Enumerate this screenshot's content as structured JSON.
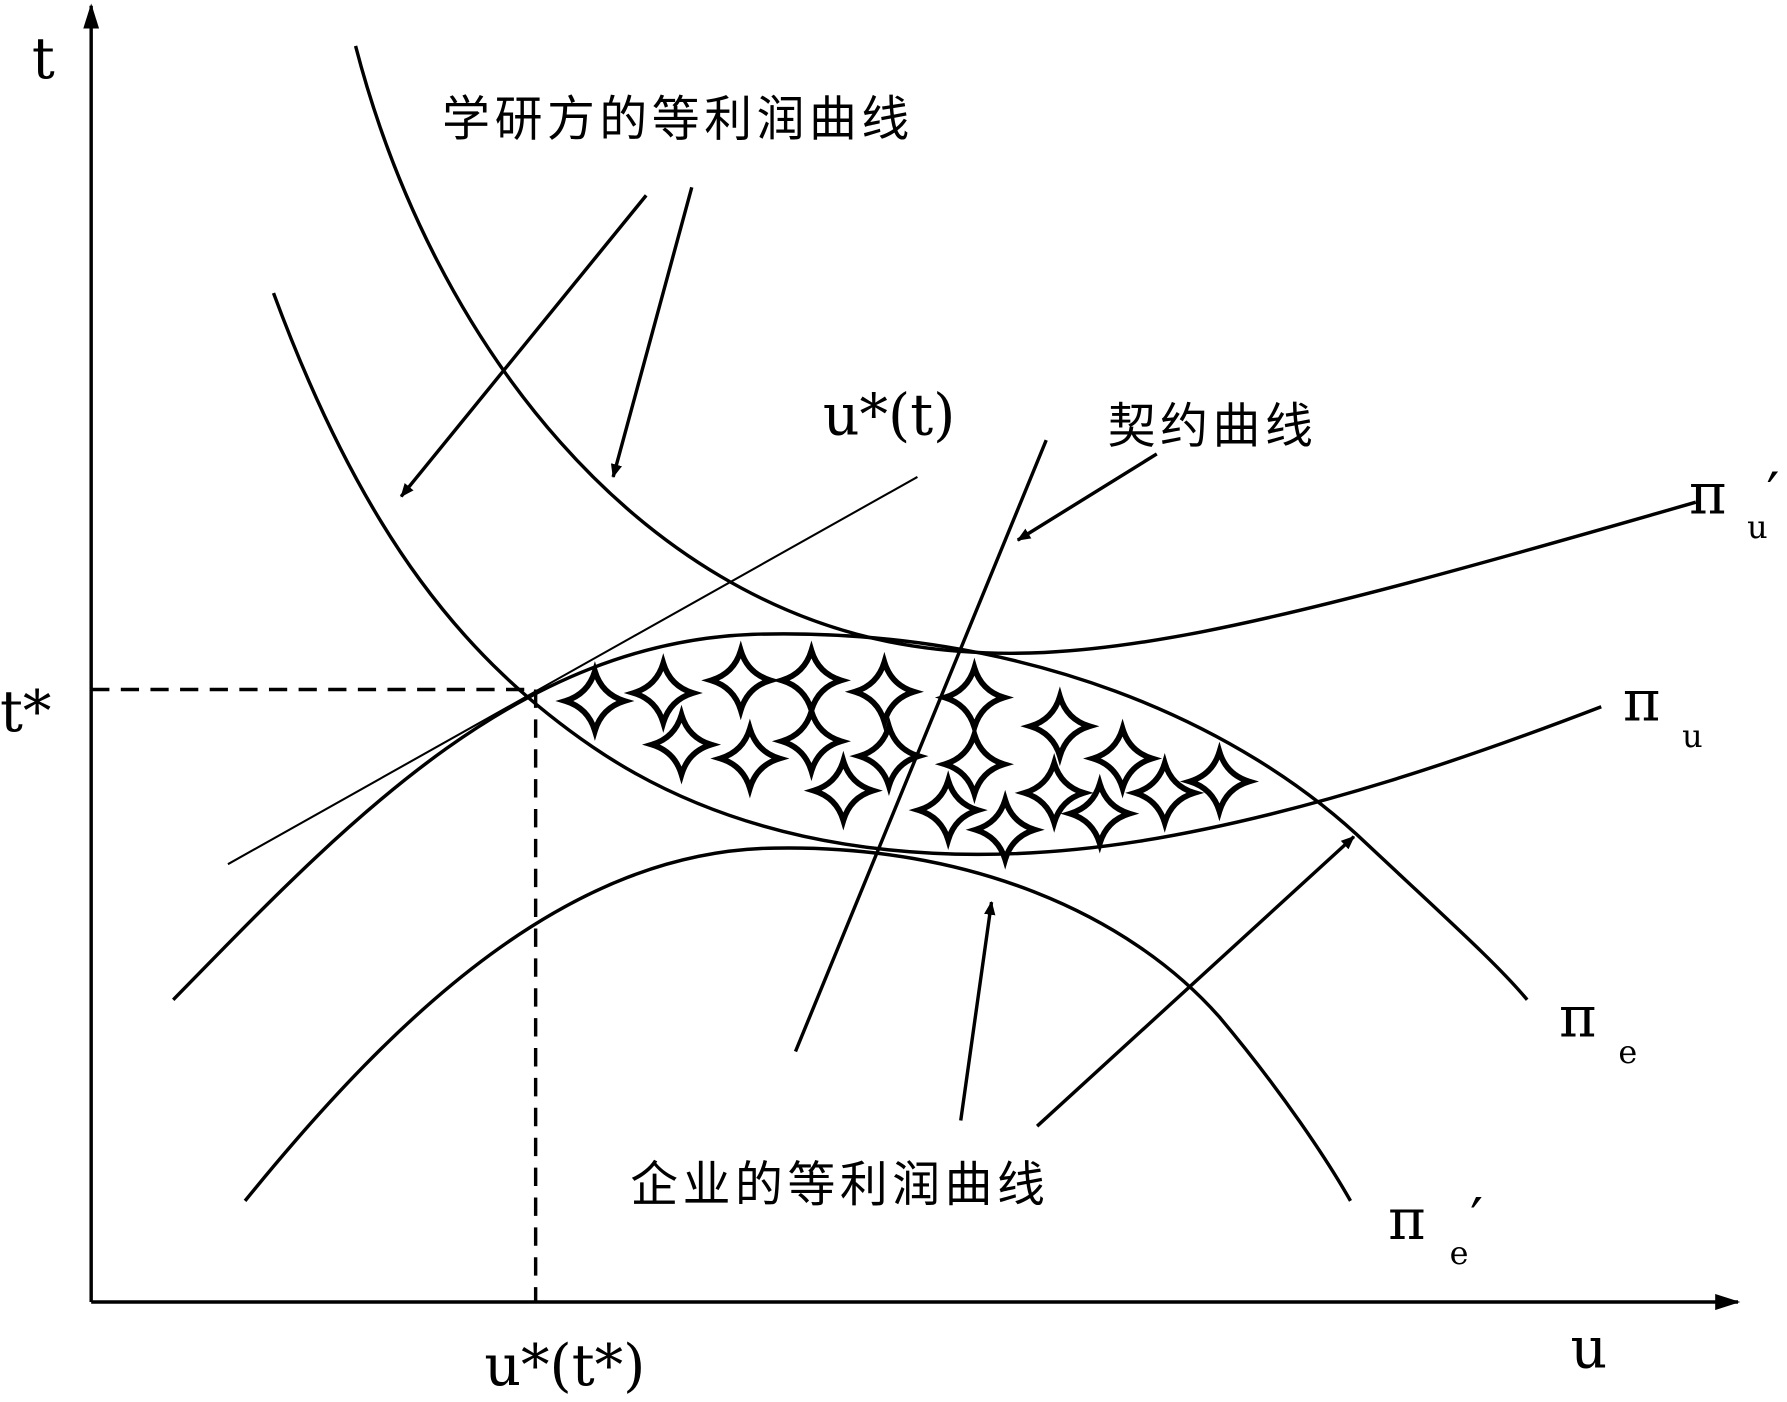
{
  "axes": {
    "y_label": "t",
    "x_label": "u",
    "t_star": "t*",
    "u_star_t_star": "u*(t*)"
  },
  "labels": {
    "academic_isoprofit": "学研方的等利润曲线",
    "enterprise_isoprofit": "企业的等利润曲线",
    "contract_curve": "契约曲线",
    "best_response": "u*(t)"
  },
  "curves": {
    "pi_u_prime": {
      "symbol": "π",
      "sub": "u",
      "prime": "′"
    },
    "pi_u": {
      "symbol": "π",
      "sub": "u"
    },
    "pi_e": {
      "symbol": "π",
      "sub": "e"
    },
    "pi_e_prime": {
      "symbol": "π",
      "sub": "e",
      "prime": "′"
    }
  },
  "colors": {
    "ink": "#000000",
    "background": "#ffffff"
  }
}
